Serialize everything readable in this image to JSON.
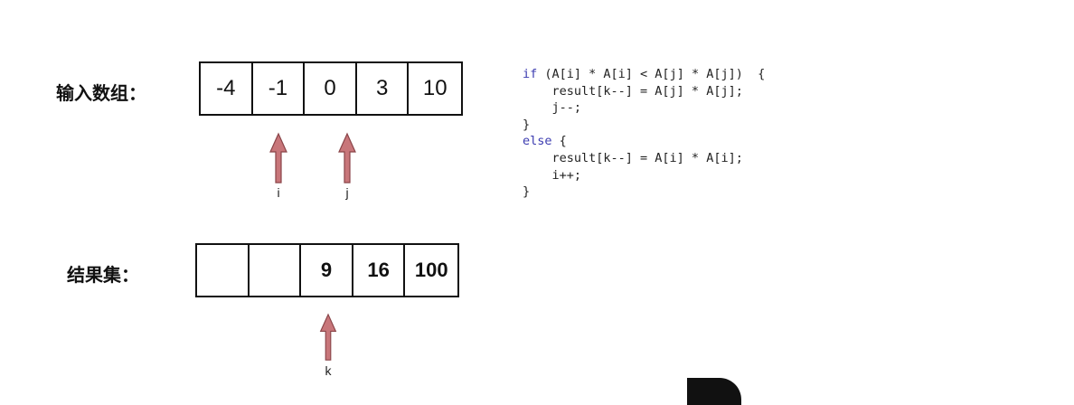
{
  "input": {
    "label": "输入数组：",
    "values": [
      "-4",
      "-1",
      "0",
      "3",
      "10"
    ]
  },
  "result": {
    "label": "结果集：",
    "values": [
      "",
      "",
      "9",
      "16",
      "100"
    ]
  },
  "pointers": {
    "i": "i",
    "j": "j",
    "k": "k",
    "arrow_color": "#c8767a"
  },
  "code": {
    "lines": [
      {
        "kw": "if",
        "text": " (A[i] * A[i] < A[j] * A[j])  {"
      },
      {
        "kw": "",
        "text": "    result[k--] = A[j] * A[j];"
      },
      {
        "kw": "",
        "text": "    j--;"
      },
      {
        "kw": "",
        "text": "}"
      },
      {
        "kw": "else",
        "text": " {"
      },
      {
        "kw": "",
        "text": "    result[k--] = A[i] * A[i];"
      },
      {
        "kw": "",
        "text": "    i++;"
      },
      {
        "kw": "",
        "text": "}"
      }
    ]
  }
}
